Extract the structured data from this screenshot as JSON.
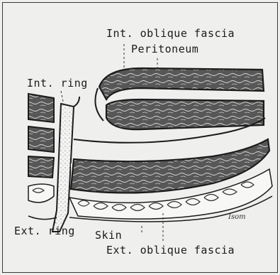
{
  "labels": {
    "int_oblique_fascia": "Int. oblique fascia",
    "peritoneum": "Peritoneum",
    "int_ring": "Int. ring",
    "ext_ring": "Ext. ring",
    "skin": "Skin",
    "ext_oblique_fascia": "Ext. oblique fascia"
  },
  "signature": "Isom",
  "colors": {
    "muscle_fill": "#555555",
    "fascia_fill": "#f3f3f1",
    "outline": "#1c1c1c",
    "background": "#efefed"
  }
}
